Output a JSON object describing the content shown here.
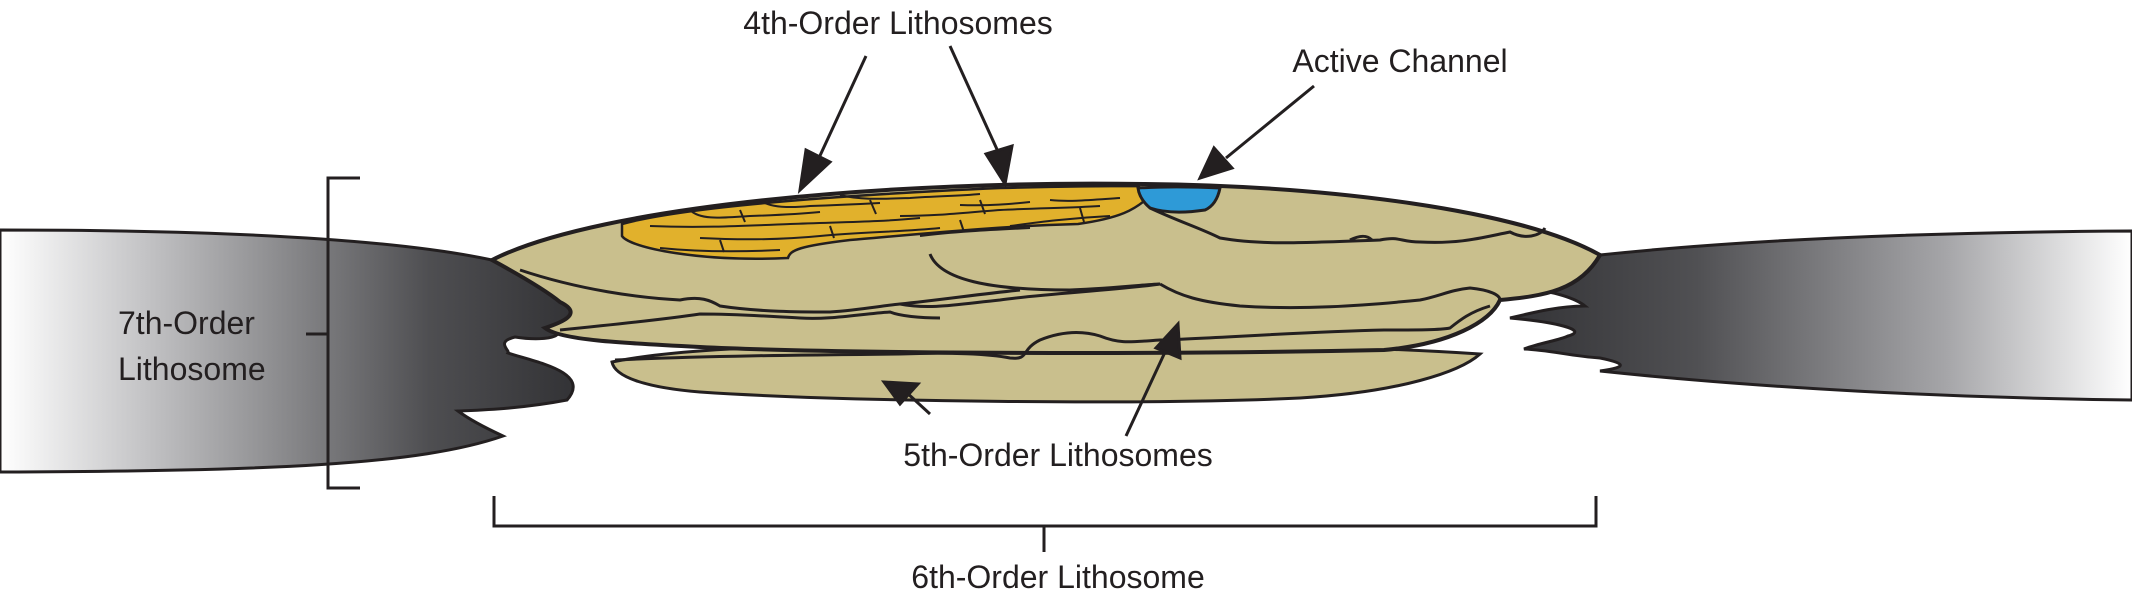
{
  "labels": {
    "fourth_order": "4th-Order Lithosomes",
    "active_channel": "Active Channel",
    "seventh_order_line1": "7th-Order",
    "seventh_order_line2": "Lithosome",
    "fifth_order": "5th-Order Lithosomes",
    "sixth_order": "6th-Order Lithosome"
  },
  "colors": {
    "outline": "#231f20",
    "lens_fill": "#c9bf8d",
    "fourth_order_fill": "#e1b12c",
    "channel_fill": "#2e9ad7",
    "mudstone_dark": "#3a3a3d",
    "mudstone_light": "#ffffff"
  }
}
